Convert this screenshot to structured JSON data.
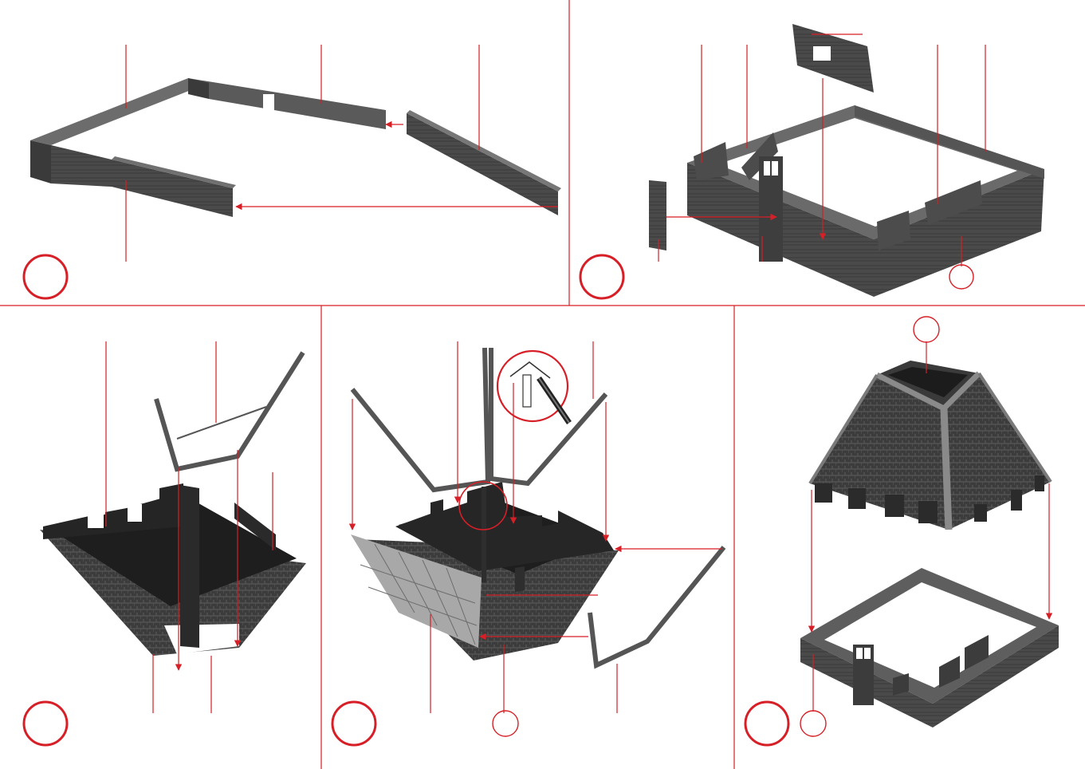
{
  "title": "",
  "colors": {
    "accent": "#d61f26",
    "part": "#4a4a4a",
    "part_dark": "#2e2e2e",
    "part_light": "#7a7a7a",
    "background": "#ffffff"
  },
  "panels": [
    {
      "id": "panel-1",
      "step_label": "",
      "callouts": []
    },
    {
      "id": "panel-2",
      "step_label": "",
      "callouts": [
        {
          "label": ""
        }
      ]
    },
    {
      "id": "panel-3",
      "step_label": "",
      "callouts": []
    },
    {
      "id": "panel-4",
      "step_label": "",
      "callouts": [
        {
          "label": ""
        }
      ]
    },
    {
      "id": "panel-5",
      "step_label": "",
      "callouts": [
        {
          "label": ""
        },
        {
          "label": ""
        }
      ]
    }
  ]
}
